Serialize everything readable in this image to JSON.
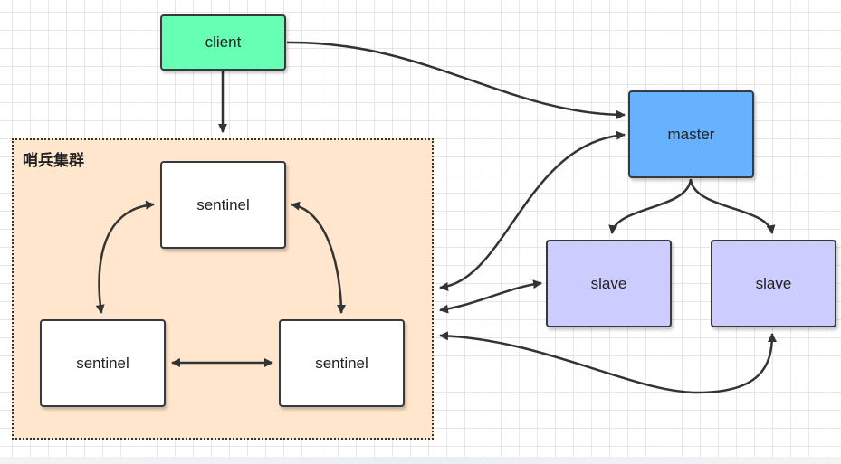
{
  "diagram": {
    "cluster": {
      "title": "哨兵集群"
    },
    "nodes": {
      "client": "client",
      "sentinel_top": "sentinel",
      "sentinel_left": "sentinel",
      "sentinel_right": "sentinel",
      "master": "master",
      "slave_1": "slave",
      "slave_2": "slave"
    },
    "colors": {
      "client_fill": "#66ffb3",
      "master_fill": "#66b2ff",
      "slave_fill": "#ccccff",
      "sentinel_fill": "#ffffff",
      "cluster_fill": "#ffe6cc",
      "edge": "#333333"
    }
  }
}
